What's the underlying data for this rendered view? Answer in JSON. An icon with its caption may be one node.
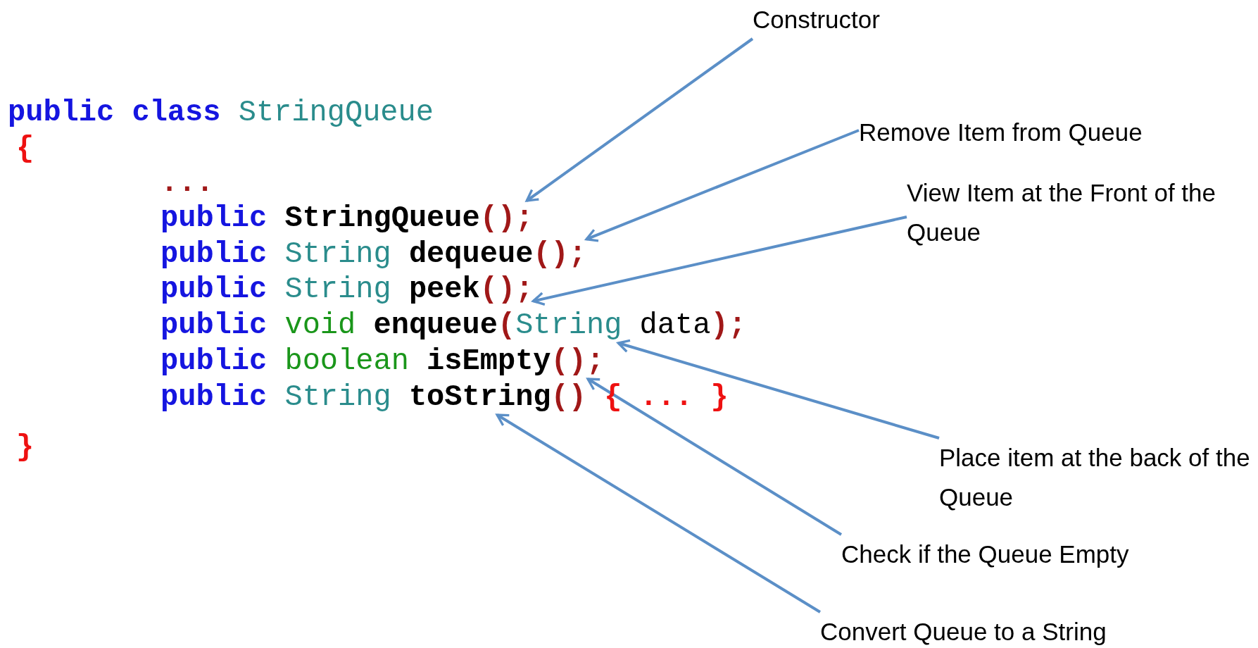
{
  "diagram": {
    "nodes": [
      {
        "text": [
          "Constructor"
        ]
      },
      {
        "text": [
          "Remove Item from Queue"
        ]
      },
      {
        "text": [
          "View Item at the Front of the Queue"
        ]
      },
      {
        "text": [
          "Place item at the back of the Queue"
        ]
      },
      {
        "text": [
          "Check if the Queue Empty"
        ]
      },
      {
        "text": [
          "Convert Queue to a String"
        ]
      },
      {
        "text": [
          "public StringQueue();"
        ]
      },
      {
        "text": [
          "public String dequeue();"
        ]
      },
      {
        "text": [
          "public String peek();"
        ]
      },
      {
        "text": [
          "public void enqueue(String data);"
        ]
      },
      {
        "text": [
          "public boolean isEmpty();"
        ]
      },
      {
        "text": [
          "public String toString() { ... }"
        ]
      }
    ],
    "edges": [
      {
        "from": 0,
        "to": 6,
        "arrow": "to"
      },
      {
        "from": 1,
        "to": 7,
        "arrow": "to"
      },
      {
        "from": 2,
        "to": 8,
        "arrow": "to"
      },
      {
        "from": 3,
        "to": 9,
        "arrow": "to"
      },
      {
        "from": 4,
        "to": 10,
        "arrow": "to"
      },
      {
        "from": 5,
        "to": 11,
        "arrow": "to"
      }
    ],
    "labels": [
      "public class StringQueue",
      "{",
      "...",
      "}"
    ]
  }
}
